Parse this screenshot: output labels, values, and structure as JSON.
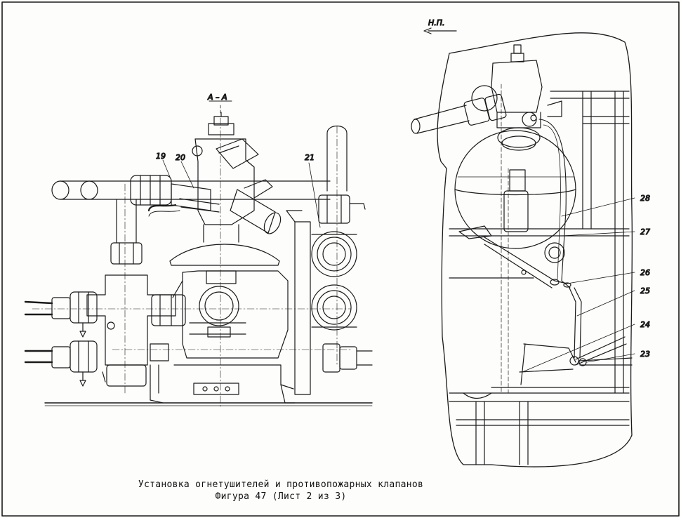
{
  "labels": {
    "section": "А – А",
    "direction": "Н.П.",
    "part_19": "19",
    "part_20": "20",
    "part_21": "21",
    "part_23": "23",
    "part_24": "24",
    "part_25": "25",
    "part_26": "26",
    "part_27": "27",
    "part_28": "28"
  },
  "caption": {
    "title": "Установка огнетушителей и противопожарных клапанов",
    "subtitle": "Фигура 47 (Лист 2 из 3)"
  }
}
